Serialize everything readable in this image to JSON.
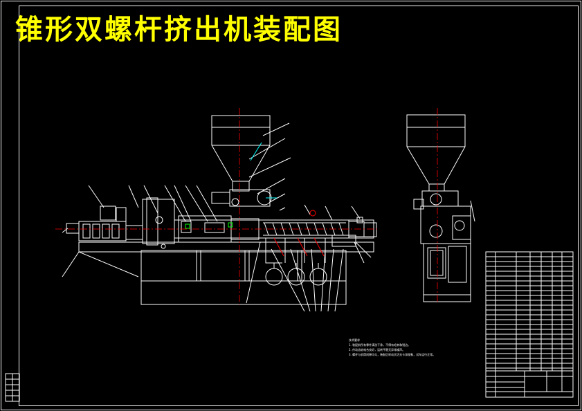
{
  "title": "锥形双螺杆挤出机装配图",
  "notes_title": "技术要求",
  "notes": [
    "1. 装配前所有零件清洗干净，不得有毛刺和锐边。",
    "2. 传动齿轮啮合良好，运转平稳无异常噪声。",
    "3. 螺杆与机筒间隙均匀，装配后转动灵活无卡滞现象，试车运行正常。"
  ],
  "colors": {
    "background": "#000000",
    "lines": "#ffffff",
    "title": "#ffff00",
    "centerline": "#ff0000",
    "accent": "#00ffff",
    "green": "#00ff00"
  }
}
